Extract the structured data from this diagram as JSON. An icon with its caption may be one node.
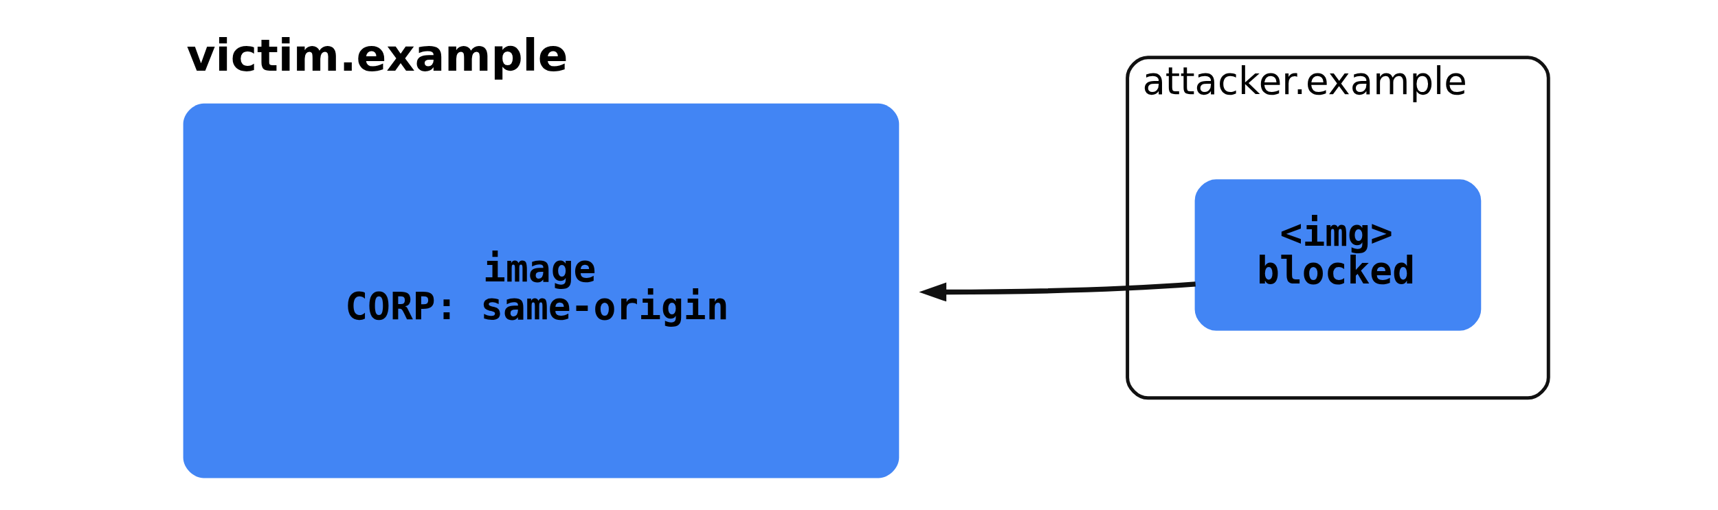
{
  "diagram": {
    "nodes": [
      {
        "text": [
          "victim.example",
          "image",
          "CORP: same-origin"
        ]
      },
      {
        "text": [
          "attacker.example"
        ]
      },
      {
        "text": [
          "<img>",
          "blocked"
        ],
        "in": 1
      }
    ],
    "edges": [
      {
        "from": 2,
        "to": 0,
        "arrow": "to"
      }
    ]
  }
}
